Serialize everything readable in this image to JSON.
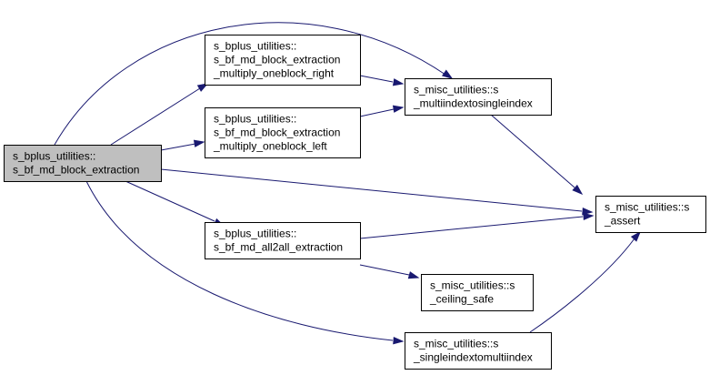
{
  "diagram": {
    "colors": {
      "node_fill": "#ffffff",
      "root_fill": "#bfbfbf",
      "node_border": "#000000",
      "edge": "#191970"
    },
    "nodes": [
      {
        "id": "root",
        "lines": [
          "s_bplus_utilities::",
          "s_bf_md_block_extraction"
        ]
      },
      {
        "id": "right",
        "lines": [
          "s_bplus_utilities::",
          "s_bf_md_block_extraction",
          "_multiply_oneblock_right"
        ]
      },
      {
        "id": "left",
        "lines": [
          "s_bplus_utilities::",
          "s_bf_md_block_extraction",
          "_multiply_oneblock_left"
        ]
      },
      {
        "id": "all2all",
        "lines": [
          "s_bplus_utilities::",
          "s_bf_md_all2all_extraction"
        ]
      },
      {
        "id": "multi",
        "lines": [
          "s_misc_utilities::s",
          "_multiindextosingleindex"
        ]
      },
      {
        "id": "assert",
        "lines": [
          "s_misc_utilities::s",
          "_assert"
        ]
      },
      {
        "id": "ceiling",
        "lines": [
          "s_misc_utilities::s",
          "_ceiling_safe"
        ]
      },
      {
        "id": "single",
        "lines": [
          "s_misc_utilities::s",
          "_singleindextomultiindex"
        ]
      }
    ],
    "edges": [
      {
        "from": "root",
        "to": "right"
      },
      {
        "from": "root",
        "to": "left"
      },
      {
        "from": "root",
        "to": "multi"
      },
      {
        "from": "root",
        "to": "assert"
      },
      {
        "from": "root",
        "to": "all2all"
      },
      {
        "from": "root",
        "to": "single"
      },
      {
        "from": "right",
        "to": "multi"
      },
      {
        "from": "left",
        "to": "multi"
      },
      {
        "from": "multi",
        "to": "assert"
      },
      {
        "from": "all2all",
        "to": "assert"
      },
      {
        "from": "all2all",
        "to": "ceiling"
      },
      {
        "from": "single",
        "to": "assert"
      }
    ]
  }
}
